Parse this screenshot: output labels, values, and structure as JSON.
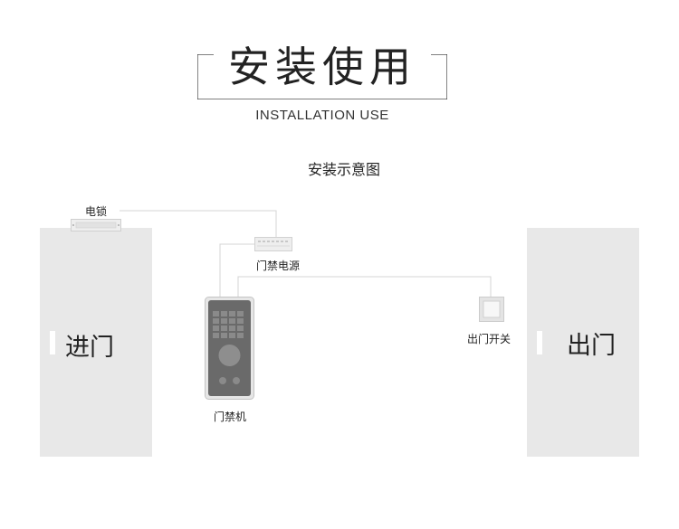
{
  "header": {
    "title": "安装使用",
    "subtitle": "INSTALLATION USE"
  },
  "diagram": {
    "title": "安装示意图",
    "components": {
      "electric_lock": "电锁",
      "access_power": "门禁电源",
      "access_controller": "门禁机",
      "exit_switch": "出门开关"
    },
    "doors": {
      "entry": "进门",
      "exit": "出门"
    }
  },
  "colors": {
    "door_fill": "#e8e8e8",
    "wire": "#d4d4d4",
    "frame": "#333333"
  }
}
